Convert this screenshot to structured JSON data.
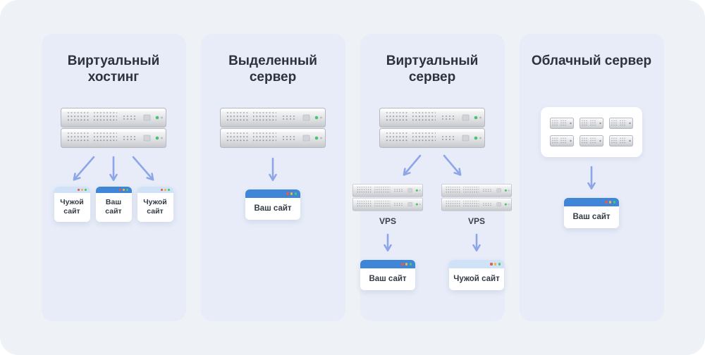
{
  "colors": {
    "canvas_bg": "#eef1f6",
    "card_bg": "#e7ecf8",
    "accent_blue_bar": "#3f86d8",
    "light_bar": "#cfe2f7",
    "arrow": "#8da6e8",
    "traffic_dots": [
      "#e65a4f",
      "#f2b63c",
      "#4fc66a"
    ]
  },
  "icons": {
    "server_rack": "server-rack-icon",
    "vps_rack": "vps-rack-icon",
    "mini_server": "mini-server-icon",
    "browser_window": "browser-window-icon",
    "arrow": "arrow-icon"
  },
  "cards": [
    {
      "title": "Виртуальный хостинг",
      "sites": [
        {
          "label": "Чужой сайт",
          "bar": "light"
        },
        {
          "label": "Ваш сайт",
          "bar": "blue"
        },
        {
          "label": "Чужой сайт",
          "bar": "light"
        }
      ]
    },
    {
      "title": "Выделенный сервер",
      "sites": [
        {
          "label": "Ваш сайт",
          "bar": "blue"
        }
      ]
    },
    {
      "title": "Виртуальный сервер",
      "vps_label": "VPS",
      "sites": [
        {
          "label": "Ваш сайт",
          "bar": "blue"
        },
        {
          "label": "Чужой сайт",
          "bar": "light"
        }
      ]
    },
    {
      "title": "Облачный сервер",
      "sites": [
        {
          "label": "Ваш сайт",
          "bar": "blue"
        }
      ]
    }
  ]
}
